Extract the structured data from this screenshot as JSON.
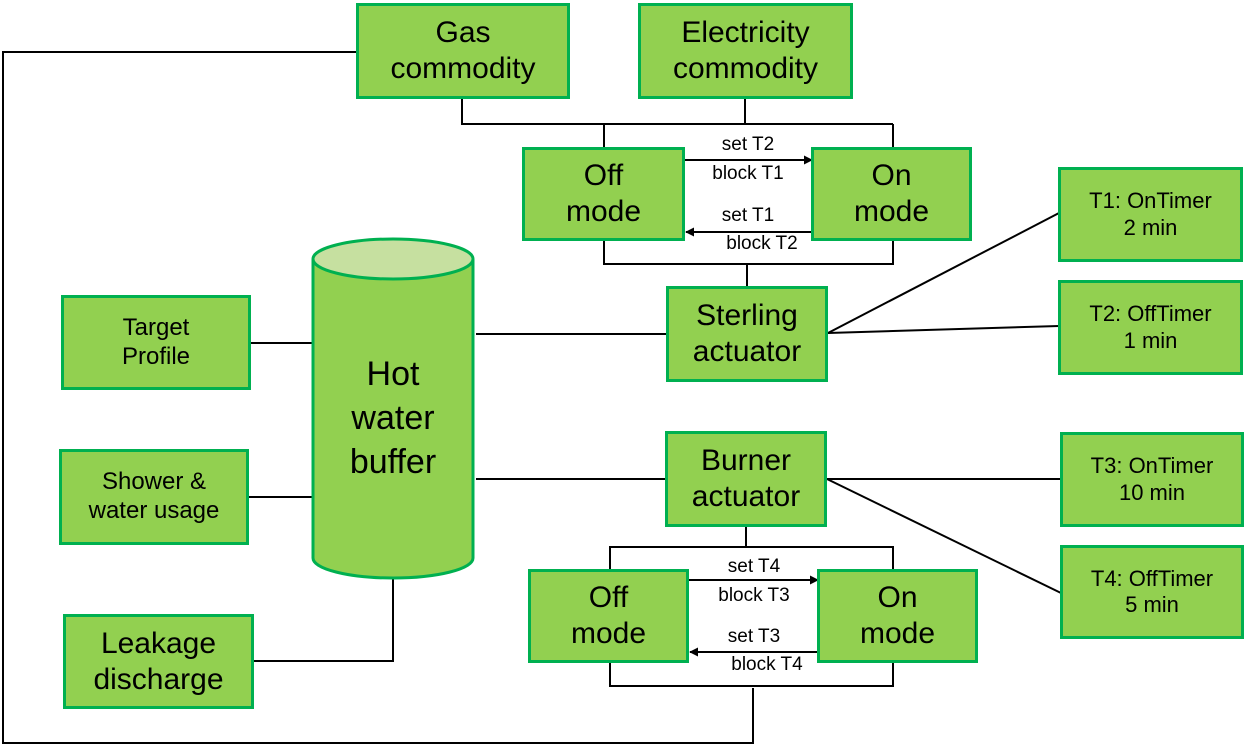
{
  "nodes": {
    "gas_commodity": [
      "Gas",
      "commodity"
    ],
    "electricity_commodity": [
      "Electricity",
      "commodity"
    ],
    "sterling_off_mode": [
      "Off",
      "mode"
    ],
    "sterling_on_mode": [
      "On",
      "mode"
    ],
    "t1_on_timer": [
      "T1: OnTimer",
      "2 min"
    ],
    "t2_off_timer": [
      "T2: OffTimer",
      "1 min"
    ],
    "sterling_actuator": [
      "Sterling",
      "actuator"
    ],
    "target_profile": [
      "Target",
      "Profile"
    ],
    "hot_water_buffer": [
      "Hot",
      "water",
      "buffer"
    ],
    "shower_water_usage": [
      "Shower &",
      "water usage"
    ],
    "burner_actuator": [
      "Burner",
      "actuator"
    ],
    "t3_on_timer": [
      "T3: OnTimer",
      "10 min"
    ],
    "t4_off_timer": [
      "T4: OffTimer",
      "5 min"
    ],
    "burner_off_mode": [
      "Off",
      "mode"
    ],
    "burner_on_mode": [
      "On",
      "mode"
    ],
    "leakage_discharge": [
      "Leakage",
      "discharge"
    ]
  },
  "transitions": {
    "sterling_off_to_on": [
      "set T2",
      "block T1"
    ],
    "sterling_on_to_off": [
      "set T1",
      "block T2"
    ],
    "burner_off_to_on": [
      "set T4",
      "block T3"
    ],
    "burner_on_to_off": [
      "set T3",
      "block T4"
    ]
  },
  "colors": {
    "box_fill": "#92d050",
    "box_border": "#00b050",
    "tank_top": "#c6e0a0",
    "line": "#000000"
  }
}
